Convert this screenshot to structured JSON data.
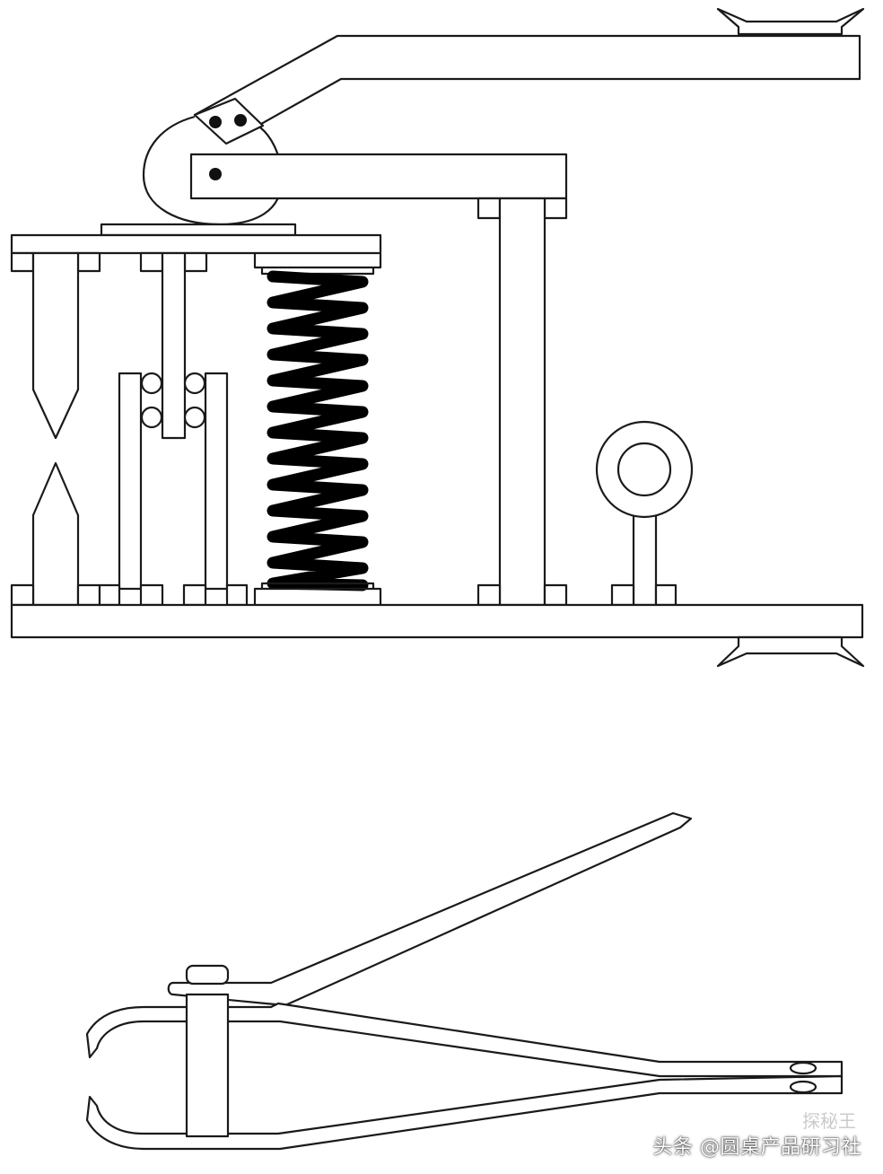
{
  "figure": {
    "background": "#ffffff",
    "line_color": "#1a1a1a",
    "spring_color": "#000000",
    "top_diagram": "nail-clipper-lever-mechanism",
    "bottom_diagram": "nail-clipper-side-view"
  },
  "watermark": {
    "text": "头条 @圆桌产品研习社",
    "faint_text": "探秘王"
  }
}
